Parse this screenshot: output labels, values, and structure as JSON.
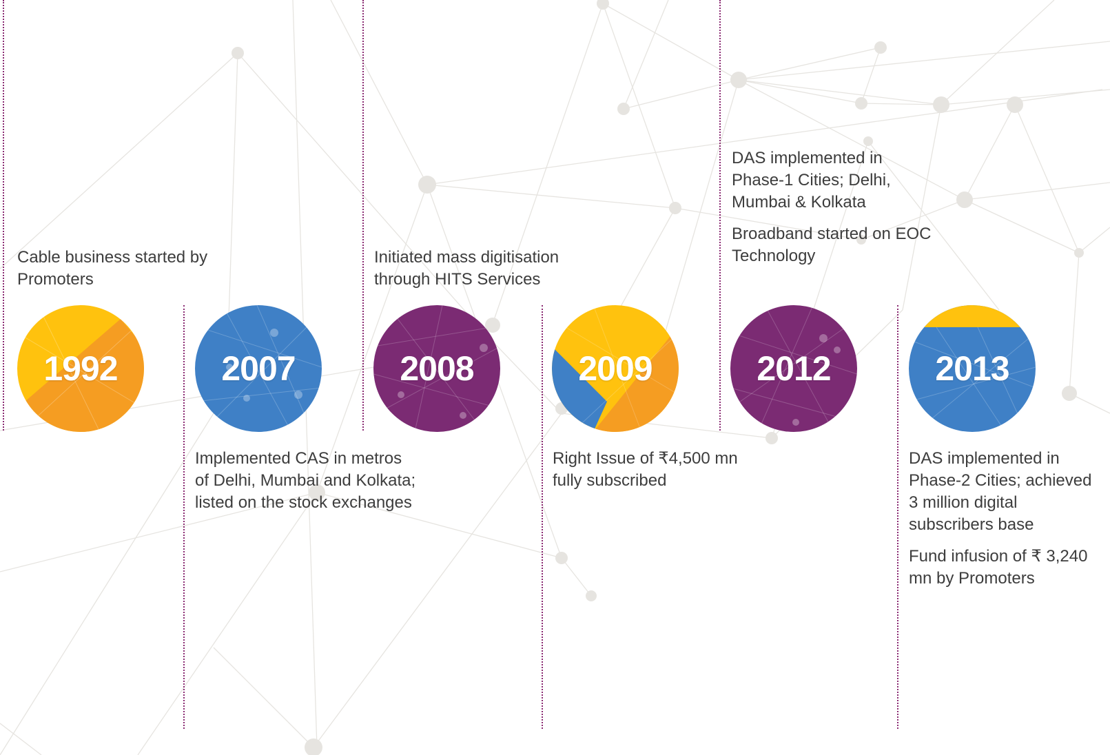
{
  "colors": {
    "yellow": "#ffc20e",
    "orange": "#f59d22",
    "blue": "#3f80c6",
    "purple": "#7b2b73",
    "dotted_line": "#8a2a72",
    "network": "#e6e4e0"
  },
  "milestones": [
    {
      "year": "1992",
      "palette": "yellow-orange",
      "texts": [
        "Cable business started by\nPromoters"
      ]
    },
    {
      "year": "2007",
      "palette": "blue",
      "texts": [
        "Implemented CAS in metros\nof Delhi, Mumbai and Kolkata;\nlisted on the stock exchanges"
      ]
    },
    {
      "year": "2008",
      "palette": "purple",
      "texts": [
        "Initiated mass digitisation\nthrough HITS Services"
      ]
    },
    {
      "year": "2009",
      "palette": "yellow-blue-orange",
      "texts": [
        "Right Issue of ₹4,500 mn\nfully subscribed"
      ]
    },
    {
      "year": "2012",
      "palette": "purple",
      "texts": [
        "DAS implemented in\nPhase-1 Cities; Delhi,\nMumbai & Kolkata",
        "Broadband started on EOC\nTechnology"
      ]
    },
    {
      "year": "2013",
      "palette": "blue-yellow",
      "texts": [
        "DAS implemented in\nPhase-2 Cities; achieved\n3 million digital\nsubscribers base",
        "Fund infusion of ₹ 3,240\nmn by Promoters"
      ]
    }
  ]
}
